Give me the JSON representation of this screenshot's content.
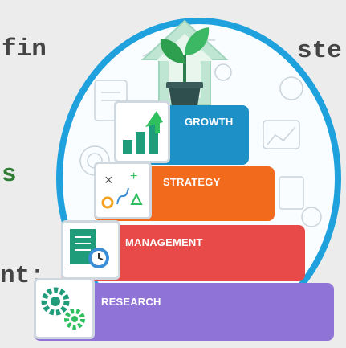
{
  "background_code": {
    "line1": "fin",
    "line1_tail": "ste",
    "line2": "s",
    "line3": "nt:"
  },
  "steps": [
    {
      "label": "GROWTH",
      "color": "#1e90c8",
      "icon": "growth-arrow-icon"
    },
    {
      "label": "STRATEGY",
      "color": "#f26b1d",
      "icon": "strategy-icon"
    },
    {
      "label": "MANAGEMENT",
      "color": "#e84a4a",
      "icon": "clipboard-clock-icon"
    },
    {
      "label": "RESEARCH",
      "color": "#8f73d6",
      "icon": "gears-icon"
    }
  ],
  "colors": {
    "circle_border": "#1ea1dc",
    "plant_green": "#2e9e4f",
    "pot": "#2f4f4f"
  }
}
